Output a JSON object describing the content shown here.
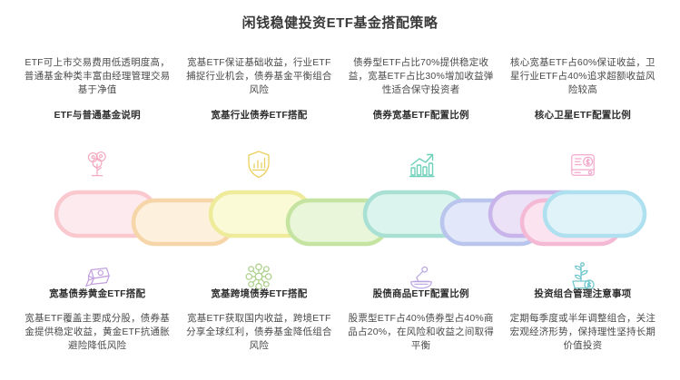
{
  "title": "闲钱稳健投资ETF基金搭配策略",
  "top_sections": [
    {
      "icon": "money-tree-icon",
      "icon_color": "#f4a9c0",
      "heading": "ETF与普通基金说明",
      "description": "ETF可上市交易费用低透明度高，普通基金种类丰富由经理管理交易基于净值"
    },
    {
      "icon": "shield-chart-icon",
      "icon_color": "#eccf5e",
      "heading": "宽基行业债券ETF搭配",
      "description": "宽基ETF保证基础收益，行业ETF捕捉行业机会，债券基金平衡组合风险"
    },
    {
      "icon": "growth-bar-chart-icon",
      "icon_color": "#6ed0b9",
      "heading": "债券宽基ETF配置比例",
      "description": "债券型ETF占比70%提供稳定收益，宽基ETF占比30%增加收益弹性适合保守投资者"
    },
    {
      "icon": "invoice-dollar-icon",
      "icon_color": "#f2a8cb",
      "heading": "核心卫星ETF配置比例",
      "description": "核心宽基ETF占60%保证收益，卫星行业ETF占40%追求超额收益风险较高"
    }
  ],
  "bottom_sections": [
    {
      "icon": "gold-bar-icon",
      "icon_color": "#c3a0e0",
      "heading": "宽基债券黄金ETF搭配",
      "description": "宽基ETF覆盖主要成分股，债券基金提供稳定收益，黄金ETF抗通胀避险降低风险"
    },
    {
      "icon": "network-nodes-icon",
      "icon_color": "#a8cf86",
      "heading": "宽基跨境债券ETF搭配",
      "description": "宽基ETF获取国内收益，跨境ETF分享全球红利，债券基金降低组合风险"
    },
    {
      "icon": "balance-scale-icon",
      "icon_color": "#b9a5e3",
      "heading": "股债商品ETF配置比例",
      "description": "股票型ETF占40%债券型占40%商品占20%，在风险和收益之间取得平衡"
    },
    {
      "icon": "plant-coin-icon",
      "icon_color": "#73c7cf",
      "heading": "投资组合管理注意事项",
      "description": "定期每季度或半年调整组合，关注宏观经济形势，保持理性坚持长期价值投资"
    }
  ],
  "chain": {
    "links": [
      {
        "color": "#f9c9cf",
        "fill": "#fdeaee"
      },
      {
        "color": "#f6d6a8",
        "fill": "#fdf0dd"
      },
      {
        "color": "#eeeb9a",
        "fill": "#fafad6"
      },
      {
        "color": "#c5e4a2",
        "fill": "#e9f6d9"
      },
      {
        "color": "#a8e0d3",
        "fill": "#dcf4ee"
      },
      {
        "color": "#b9c5ec",
        "fill": "#e2e7f9"
      },
      {
        "color": "#c8b4e8",
        "fill": "#ebe2f8"
      },
      {
        "color": "#f4b9d5",
        "fill": "#fbe3ef"
      },
      {
        "color": "#aee0ef",
        "fill": "#e0f3f9"
      }
    ]
  }
}
